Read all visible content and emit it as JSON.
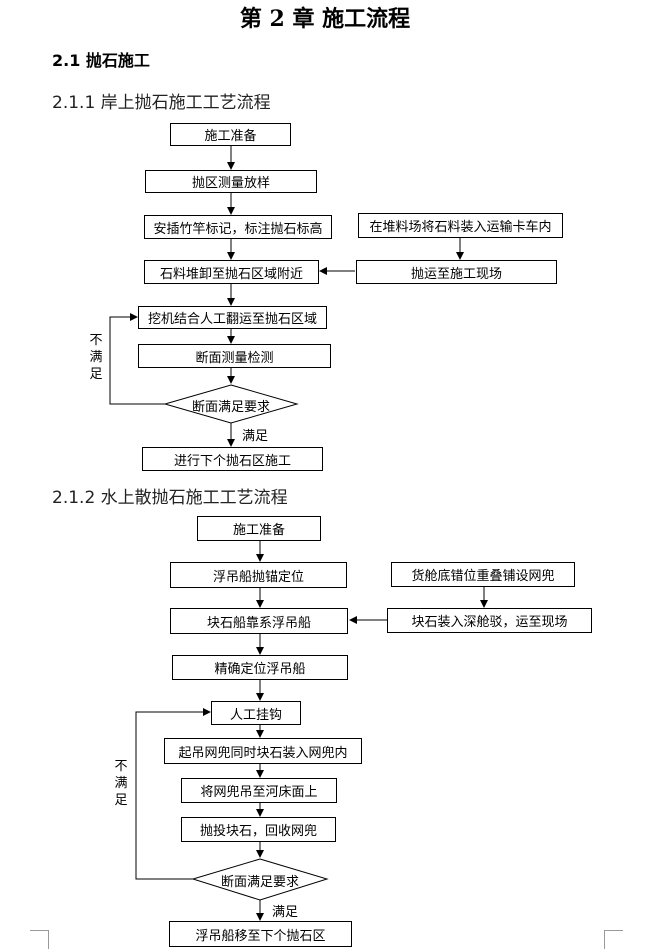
{
  "chapter_title": "第 2 章  施工流程",
  "section_title": "2.1 抛石施工",
  "flow1": {
    "title": "2.1.1 岸上抛石施工工艺流程",
    "steps": [
      "施工准备",
      "抛区测量放样",
      "安插竹竿标记，标注抛石标高",
      "在堆料场将石料装入运输卡车内",
      "石料堆卸至抛石区域附近",
      "抛运至施工现场",
      "挖机结合人工翻运至抛石区域",
      "断面测量检测",
      "断面满足要求",
      "进行下个抛石区施工"
    ],
    "yes_label": "满足",
    "no_label": "不满足"
  },
  "flow2": {
    "title": "2.1.2 水上散抛石施工工艺流程",
    "steps": [
      "施工准备",
      "浮吊船抛锚定位",
      "货舱底错位重叠铺设网兜",
      "块石船靠系浮吊船",
      "块石装入深舱驳，运至现场",
      "精确定位浮吊船",
      "人工挂钩",
      "起吊网兜同时块石装入网兜内",
      "将网兜吊至河床面上",
      "抛投块石，回收网兜",
      "断面满足要求",
      "浮吊船移至下个抛石区"
    ],
    "yes_label": "满足",
    "no_label": "不满足"
  }
}
